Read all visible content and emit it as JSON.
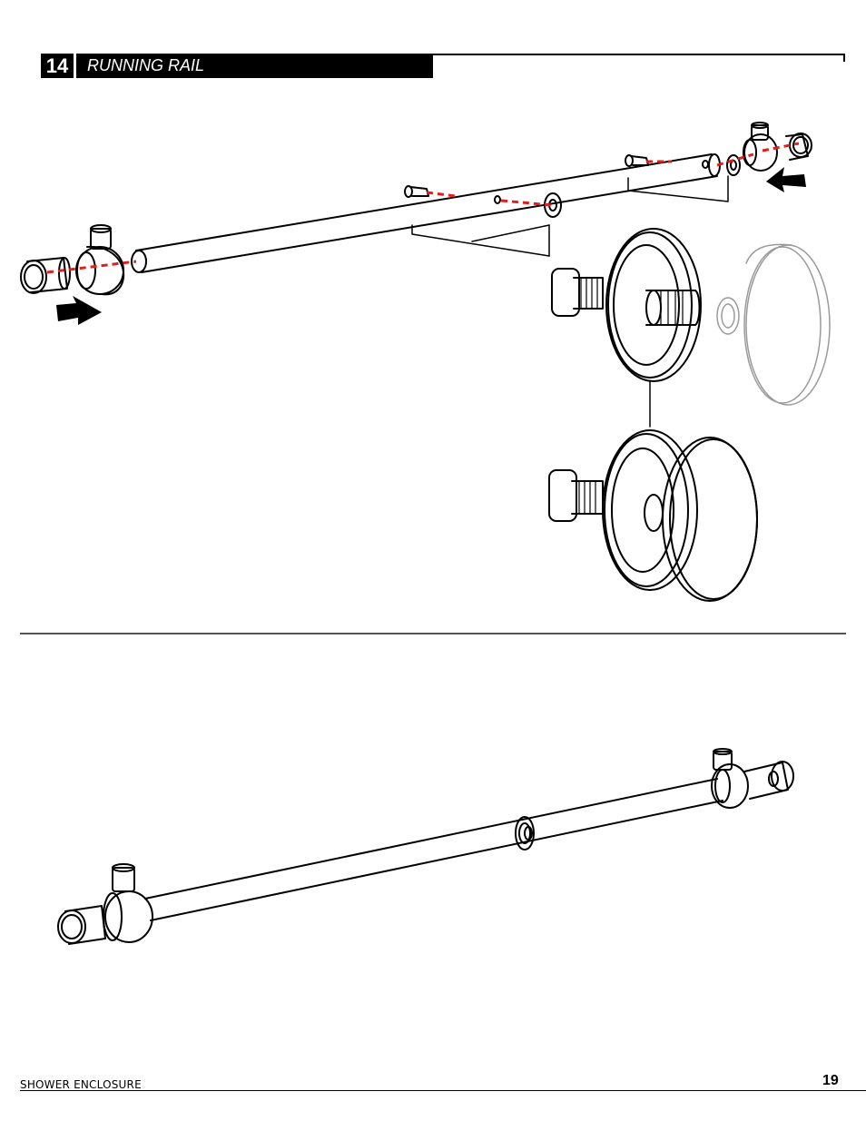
{
  "header": {
    "step_number": "14",
    "step_title": "RUNNING RAIL"
  },
  "footer": {
    "document_title": "SHOWER ENCLOSURE",
    "page_number": "19"
  },
  "colors": {
    "ink": "#000000",
    "assembly_guide": "#e02020",
    "faded_part": "#9a9a9a"
  },
  "icons": [
    "arrow-right-icon",
    "arrow-left-icon"
  ]
}
